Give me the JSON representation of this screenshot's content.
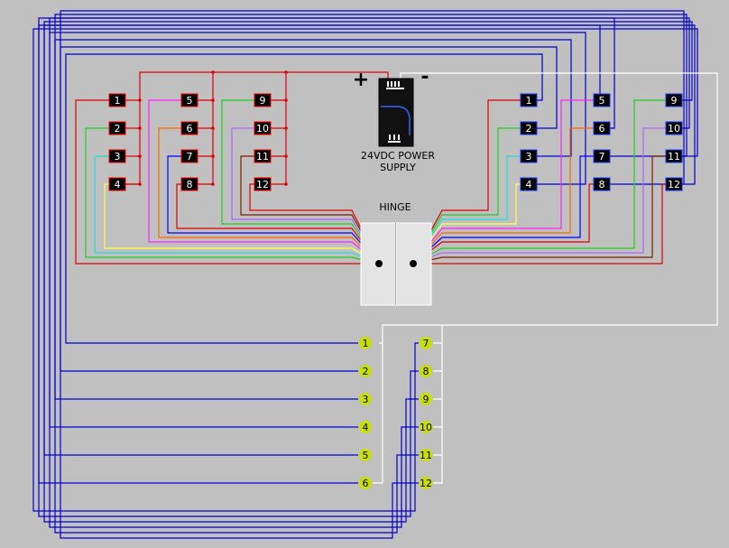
{
  "colors": {
    "background": "#c0c0c0",
    "blue_wire": "#0000cc",
    "red_wire": "#dd0000",
    "white_wire": "#ffffff",
    "left_box_border": "#ff0000",
    "right_box_border": "#1a3aff",
    "terminal_fill": "#c8e000",
    "wire_colors": [
      "#dd0000",
      "#22cc22",
      "#22dddd",
      "#ffff44",
      "#ff22ff",
      "#ff6600",
      "#0000ff",
      "#dd0000",
      "#22cc22",
      "#aa66ff",
      "#7a2000",
      "#dd0000"
    ]
  },
  "left_boxes": [
    "1",
    "2",
    "3",
    "4",
    "5",
    "6",
    "7",
    "8",
    "9",
    "10",
    "11",
    "12"
  ],
  "right_boxes": [
    "1",
    "2",
    "3",
    "4",
    "5",
    "6",
    "7",
    "8",
    "9",
    "10",
    "11",
    "12"
  ],
  "terminals_left": [
    "1",
    "2",
    "3",
    "4",
    "5",
    "6"
  ],
  "terminals_right": [
    "7",
    "8",
    "9",
    "10",
    "11",
    "12"
  ],
  "power_supply": {
    "plus": "+",
    "minus": "-",
    "label_line1": "24VDC POWER",
    "label_line2": "SUPPLY"
  },
  "hinge": {
    "label": "HINGE"
  }
}
